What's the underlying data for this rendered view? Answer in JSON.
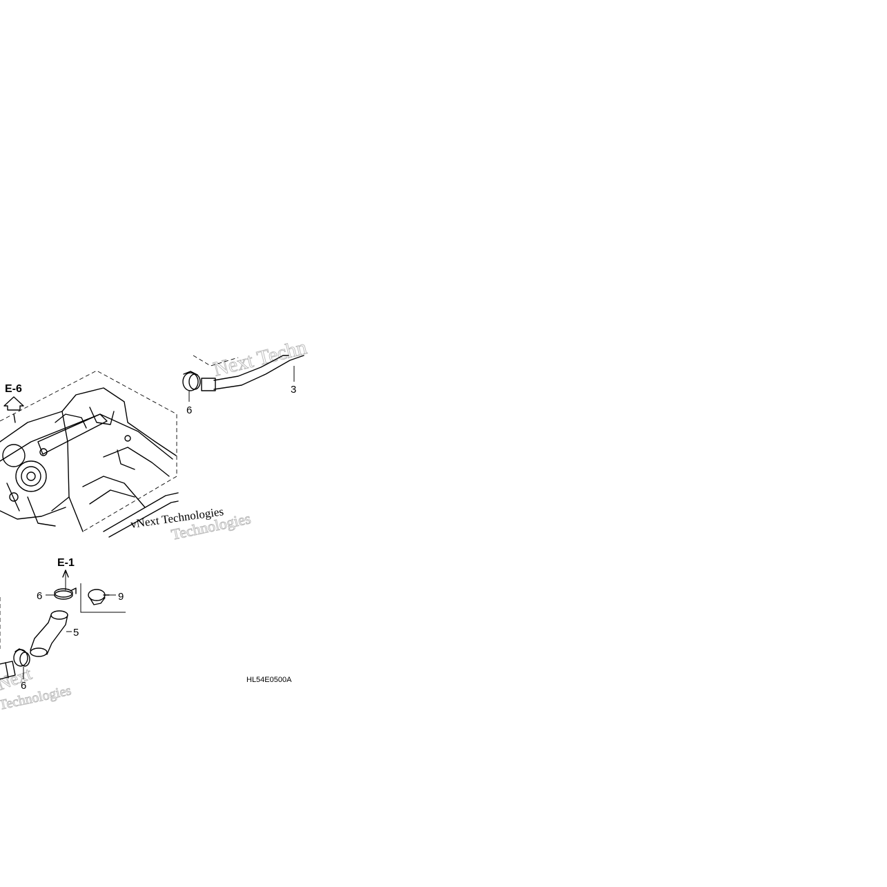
{
  "diagram": {
    "references": {
      "e6": "E-6",
      "e1": "E-1"
    },
    "callouts": {
      "c3": "3",
      "c5": "5",
      "c6_top": "6",
      "c6_mid": "6",
      "c6_bottom": "6",
      "c9": "9"
    },
    "drawing_code": "HL54E0500A",
    "watermark_texts": [
      "Next Techn",
      "vNext Technologies",
      "Next",
      "Technologies"
    ],
    "colors": {
      "line": "#000000",
      "watermark": "#bdbdbd",
      "background": "#ffffff"
    }
  }
}
